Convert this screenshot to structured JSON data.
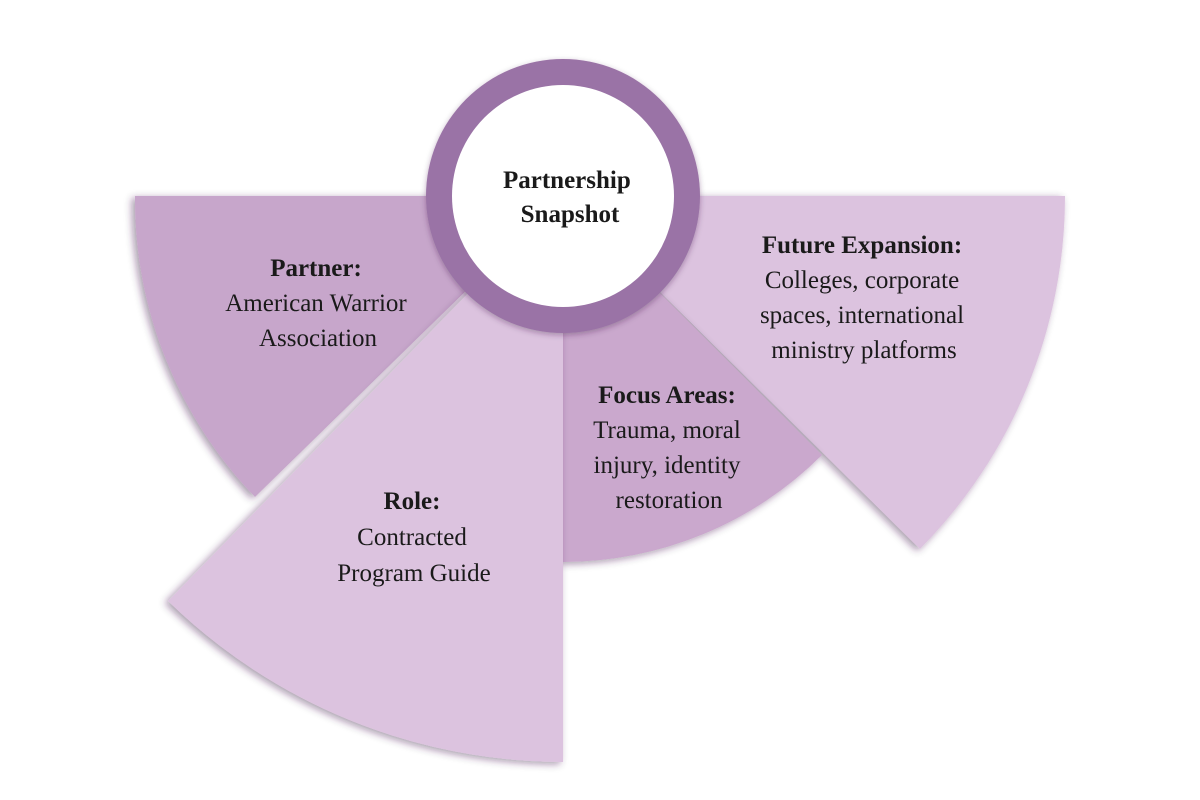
{
  "center": {
    "title_line1": "Partnership",
    "title_line2": "Snapshot"
  },
  "segments": {
    "partner": {
      "heading": "Partner:",
      "lines": [
        "American Warrior",
        "Association"
      ]
    },
    "role": {
      "heading": "Role:",
      "lines": [
        "Contracted",
        "Program Guide"
      ]
    },
    "focus": {
      "heading": "Focus Areas:",
      "lines": [
        "Trauma, moral",
        "injury, identity",
        "restoration"
      ]
    },
    "future": {
      "heading": "Future Expansion:",
      "lines": [
        "Colleges, corporate",
        "spaces, international",
        "ministry platforms"
      ]
    }
  },
  "colors": {
    "partner_fill": "#c7a6cb",
    "role_fill": "#dcc3df",
    "focus_fill": "#caa8cd",
    "future_fill": "#dcc3df",
    "ring_fill": "#9a73a6",
    "ring_overlap_fill": "#8a5c98",
    "text": "#1a1a1a"
  }
}
